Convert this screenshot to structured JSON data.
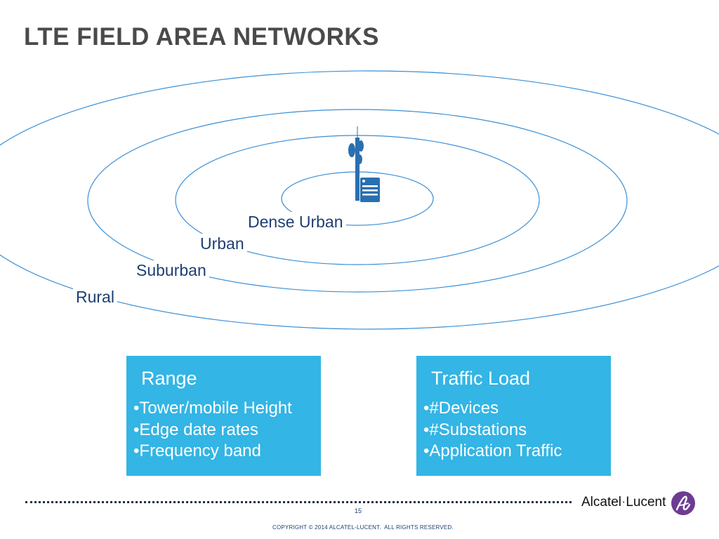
{
  "slide": {
    "title": "LTE FIELD AREA NETWORKS",
    "page_number": "15",
    "copyright": "COPYRIGHT © 2014 ALCATEL-LUCENT.  ALL RIGHTS RESERVED."
  },
  "diagram": {
    "ring_color": "#3a8fd6",
    "icon_color": "#2a6fb0",
    "rings": [
      {
        "label": "Dense Urban"
      },
      {
        "label": "Urban"
      },
      {
        "label": "Suburban"
      },
      {
        "label": "Rural"
      }
    ]
  },
  "boxes": {
    "color": "#33b5e5",
    "range": {
      "title": "Range",
      "items": [
        "Tower/mobile Height",
        "Edge date rates",
        "Frequency band"
      ]
    },
    "traffic": {
      "title": "Traffic Load",
      "items": [
        "#Devices",
        "#Substations",
        "Application Traffic"
      ]
    }
  },
  "logo": {
    "name_part1": "Alcatel",
    "separator": "·",
    "name_part2": "Lucent",
    "brand_color": "#6c3c92"
  }
}
